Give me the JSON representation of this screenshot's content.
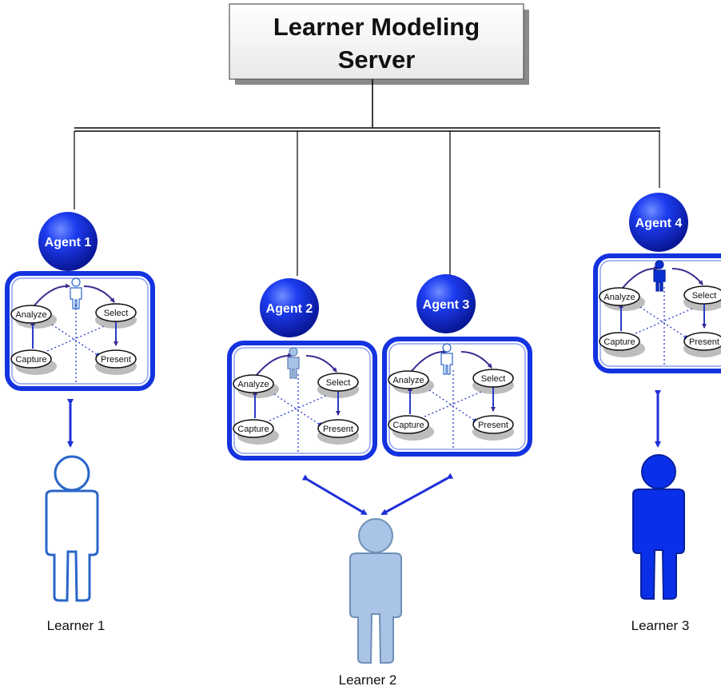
{
  "server": {
    "title_line1": "Learner Modeling",
    "title_line2": "Server"
  },
  "agents": [
    {
      "label": "Agent 1",
      "person_color": "#ffffff"
    },
    {
      "label": "Agent 2",
      "person_color": "#a9c4e6"
    },
    {
      "label": "Agent 3",
      "person_color": "#ffffff"
    },
    {
      "label": "Agent 4",
      "person_color": "#0a2fd0"
    }
  ],
  "cycle_nodes": {
    "analyze": "Analyze",
    "select": "Select",
    "capture": "Capture",
    "present": "Present"
  },
  "learners": [
    {
      "label": "Learner 1",
      "fill": "#ffffff",
      "stroke": "#2a66c8"
    },
    {
      "label": "Learner 2",
      "fill": "#a9c4e6",
      "stroke": "#6f8fb8"
    },
    {
      "label": "Learner 3",
      "fill": "#0a2fe8",
      "stroke": "#05209e"
    }
  ],
  "colors": {
    "agent_blue": "#0b1fd6",
    "panel_border": "#1433e0",
    "arrow_blue": "#1e2fd8",
    "cycle_arrow": "#3b2b8f"
  }
}
